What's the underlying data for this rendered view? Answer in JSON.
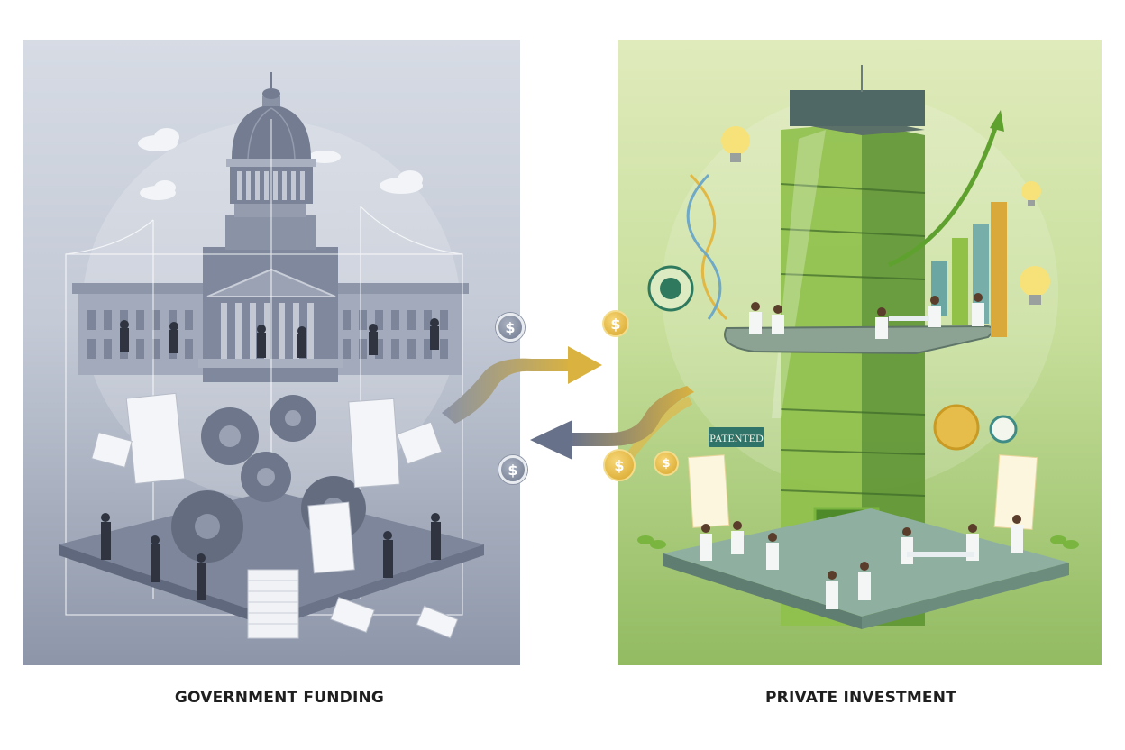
{
  "panels": {
    "left": {
      "caption": "GOVERNMENT FUNDING",
      "theme_color": "#8d96a9",
      "elements": [
        "capitol-building",
        "officials-in-suits",
        "gears",
        "paperwork-stacks",
        "glass-enclosure",
        "clouds"
      ]
    },
    "right": {
      "caption": "PRIVATE INVESTMENT",
      "theme_color": "#92bb62",
      "elements": [
        "glass-lab-tower",
        "scientists-in-lab-coats",
        "growth-arrow",
        "bar-chart",
        "light-bulbs",
        "dna-helix",
        "patent-sign",
        "certificate-seals",
        "seedlings",
        "gold-coins"
      ],
      "labels": {
        "patent_sign": "PATENTED"
      }
    }
  },
  "center": {
    "coins": [
      {
        "symbol": "$",
        "style": "silver"
      },
      {
        "symbol": "$",
        "style": "silver"
      },
      {
        "symbol": "$",
        "style": "gold"
      },
      {
        "symbol": "$",
        "style": "gold"
      },
      {
        "symbol": "$",
        "style": "gold"
      }
    ],
    "arrows": [
      {
        "direction": "right",
        "from": "government",
        "to": "private"
      },
      {
        "direction": "left",
        "from": "private",
        "to": "government"
      }
    ]
  },
  "colors": {
    "gov_slate": "#6f7890",
    "gov_light": "#d6dbe4",
    "private_green": "#92bb62",
    "private_light": "#e0ebbc",
    "gold": "#d7a52a"
  }
}
